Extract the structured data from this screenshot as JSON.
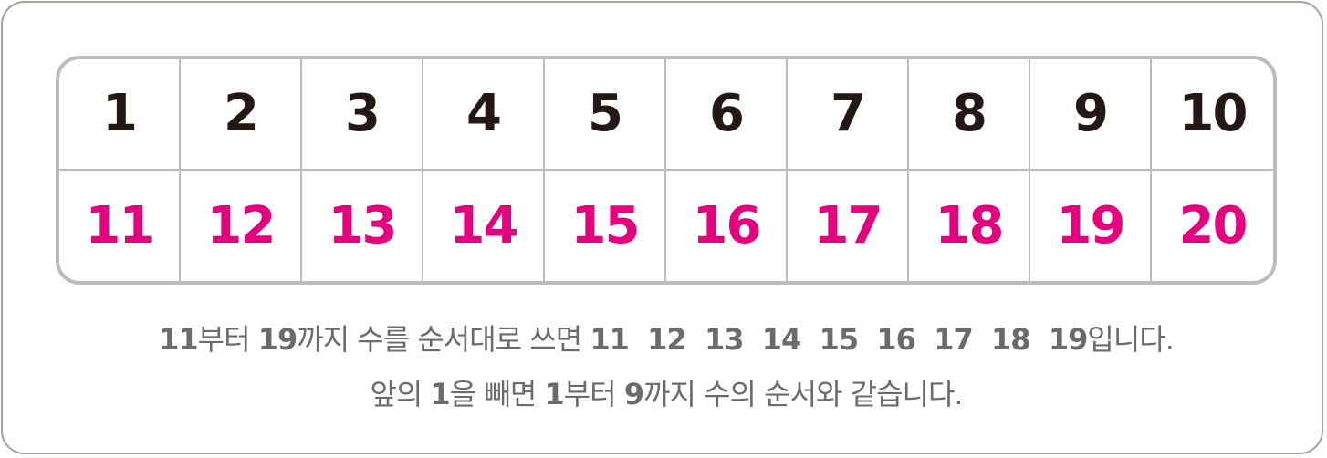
{
  "table": {
    "row1": [
      "1",
      "2",
      "3",
      "4",
      "5",
      "6",
      "7",
      "8",
      "9",
      "10"
    ],
    "row2": [
      "11",
      "12",
      "13",
      "14",
      "15",
      "16",
      "17",
      "18",
      "19",
      "20"
    ]
  },
  "caption": {
    "line1": {
      "n11": "11",
      "t_a": "부터 ",
      "n19": "19",
      "t_b": "까지 수를 순서대로 쓰면 ",
      "seq": "11  12  13  14  15  16  17  18  19",
      "t_c": "입니다."
    },
    "line2": {
      "t_a": "앞의 ",
      "n1a": "1",
      "t_b": "을 빼면 ",
      "n1b": "1",
      "t_c": "부터 ",
      "n9": "9",
      "t_d": "까지 수의 순서와 같습니다."
    }
  },
  "colors": {
    "top_row_text": "#231815",
    "bottom_row_text": "#e4007f",
    "caption_text": "#6b6b6b",
    "grid_border": "#bcbcbc",
    "card_border": "#a8a09a"
  }
}
